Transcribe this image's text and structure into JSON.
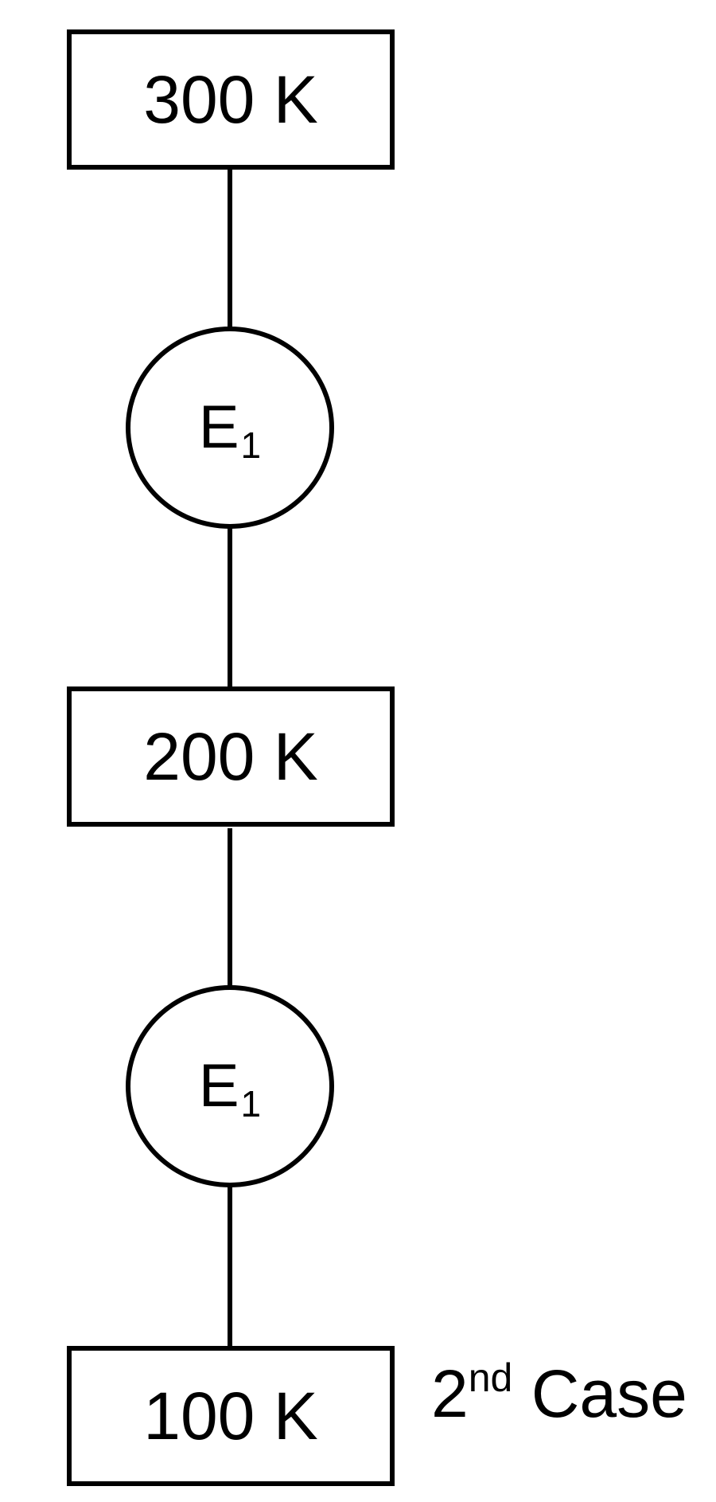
{
  "diagram": {
    "boxes": [
      {
        "label": "300 K"
      },
      {
        "label": "200 K"
      },
      {
        "label": "100 K"
      }
    ],
    "nodes": [
      {
        "main": "E",
        "subscript": "1"
      },
      {
        "main": "E",
        "subscript": "1"
      }
    ],
    "case_label": {
      "number": "2",
      "superscript": "nd",
      "word": "Case"
    }
  }
}
